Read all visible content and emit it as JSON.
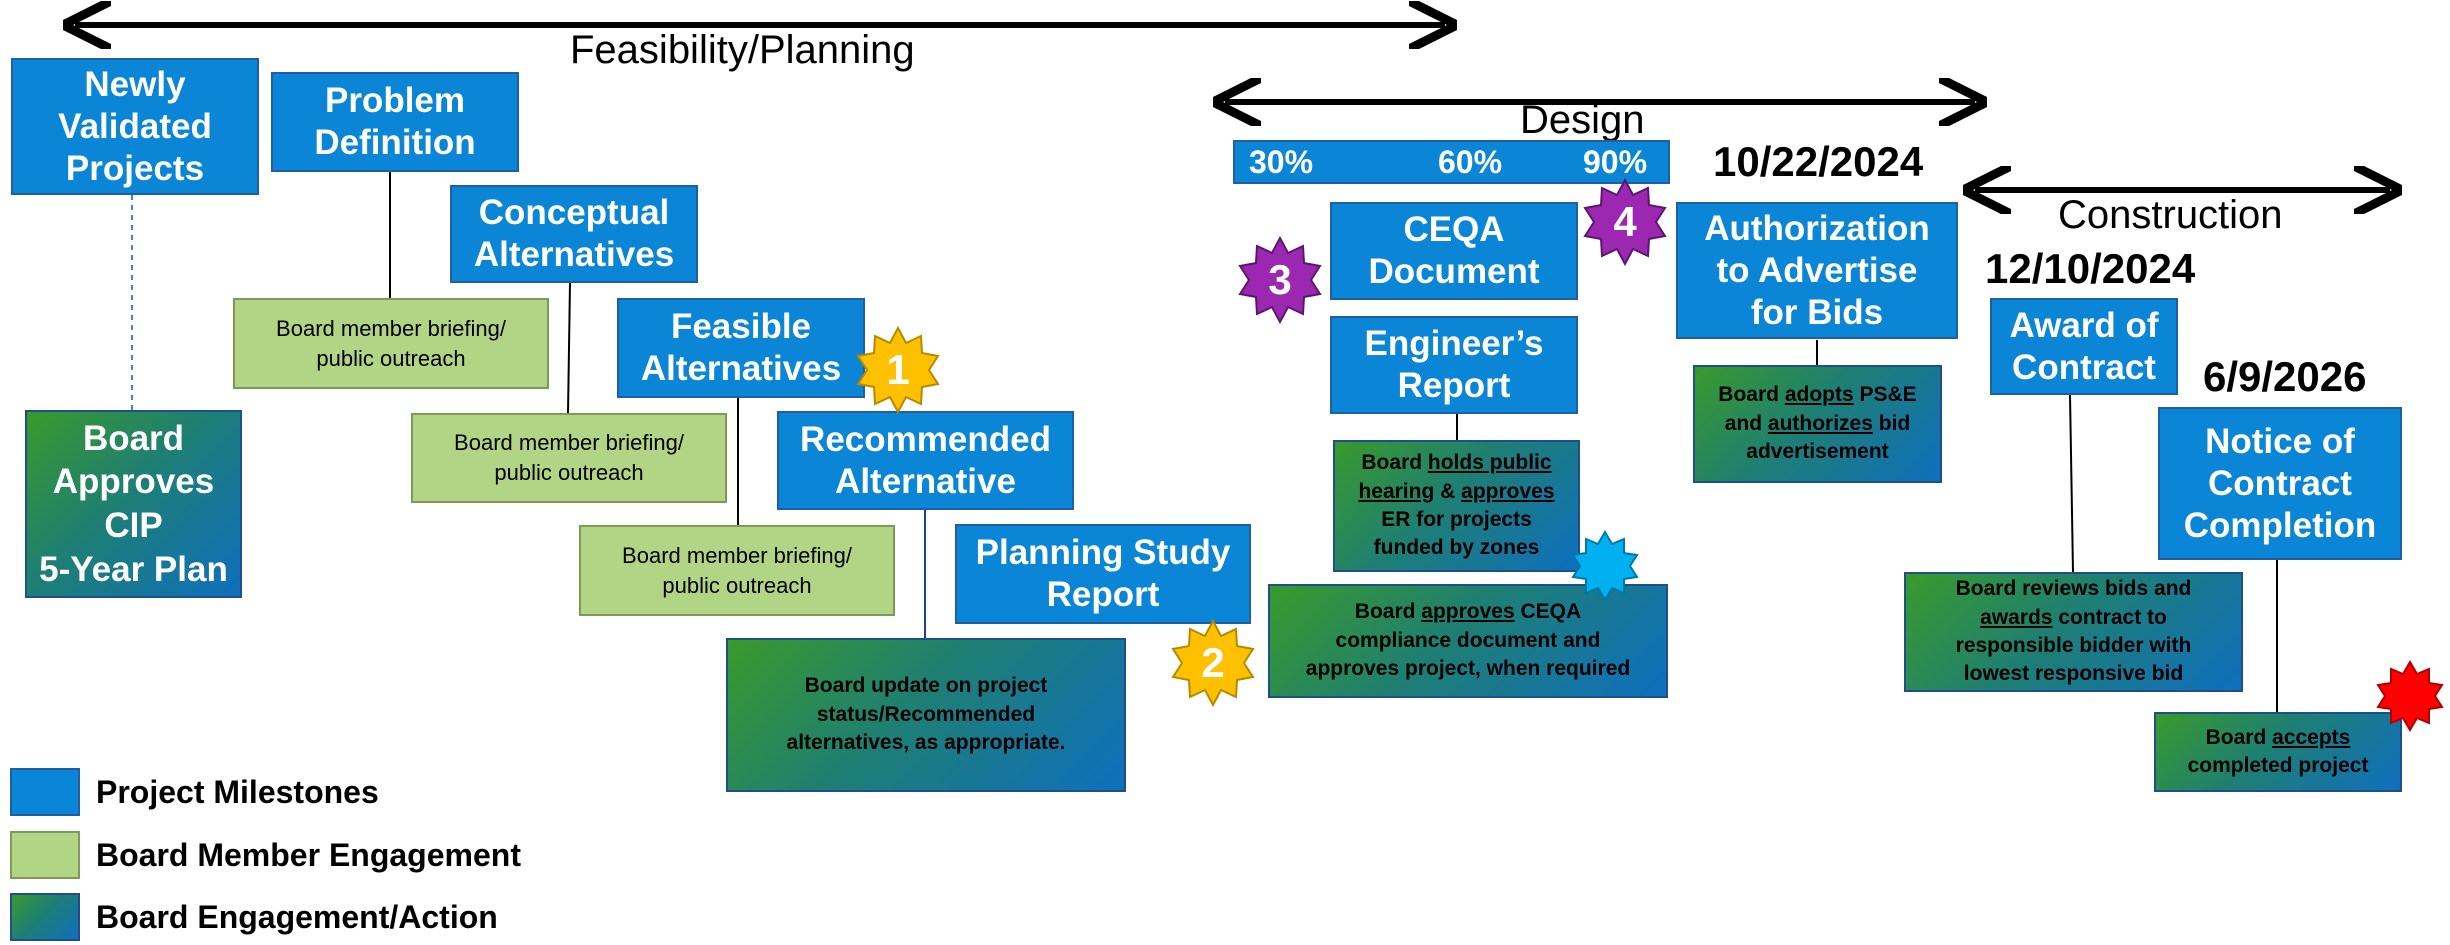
{
  "phases": {
    "feasibility": "Feasibility/Planning",
    "design": "Design",
    "construction": "Construction"
  },
  "design_progress": [
    "30%",
    "60%",
    "90%"
  ],
  "dates": {
    "advertise": "10/22/2024",
    "award": "12/10/2024",
    "completion": "6/9/2026"
  },
  "milestones": {
    "newly_validated": "Newly\nValidated\nProjects",
    "problem_definition": "Problem\nDefinition",
    "conceptual_alternatives": "Conceptual\nAlternatives",
    "feasible_alternatives": "Feasible\nAlternatives",
    "recommended_alternative": "Recommended\nAlternative",
    "planning_study_report": "Planning Study\nReport",
    "ceqa_document": "CEQA\nDocument",
    "engineers_report": "Engineer’s\nReport",
    "authorization_to_advertise": "Authorization\nto Advertise\nfor Bids",
    "award_of_contract": "Award of\nContract",
    "notice_of_completion": "Notice of\nContract\nCompletion"
  },
  "member_engagement": {
    "briefing_1": "Board member briefing/\npublic outreach",
    "briefing_2": "Board member briefing/\npublic outreach",
    "briefing_3": "Board member briefing/\npublic outreach"
  },
  "board_actions": {
    "cip": {
      "line1": "Board\nApproves\nCIP",
      "line2": "5-Year Plan"
    },
    "update": "Board update on project\nstatus/Recommended\nalternatives, as appropriate.",
    "engineers_report": {
      "p1": "Board ",
      "u1": "holds public\nhearing",
      "p2": " & ",
      "u2": "approves",
      "p3": "\nER for projects\nfunded by zones"
    },
    "ceqa": {
      "p1": "Board ",
      "u1": "approves",
      "p2": " CEQA\ncompliance document and\napproves project, when required"
    },
    "advertise": {
      "p1": "Board ",
      "u1": "adopts",
      "p2": " PS&E\nand ",
      "u2": "authorizes",
      "p3": " bid\nadvertisement"
    },
    "award": {
      "p1": "Board reviews bids and\n",
      "u1": "awards",
      "p2": " contract to\nresponsible bidder with\nlowest responsive bid"
    },
    "accept": {
      "p1": "Board ",
      "u1": "accepts",
      "p2": "\ncompleted project"
    }
  },
  "badges": {
    "b1": "1",
    "b2": "2",
    "b3": "3",
    "b4": "4"
  },
  "badge_colors": {
    "yellow": "#ffc000",
    "purple": "#9c27b0",
    "blue": "#00b0f0",
    "red": "#ff0000"
  },
  "legend": {
    "milestones": "Project Milestones",
    "member_engagement": "Board Member Engagement",
    "engagement_action": "Board Engagement/Action"
  },
  "colors": {
    "milestone_blue": "#0b86d6",
    "engagement_green": "#b1d585",
    "gradient_green": "#3a9a2c",
    "gradient_blue": "#0f6fbe"
  }
}
